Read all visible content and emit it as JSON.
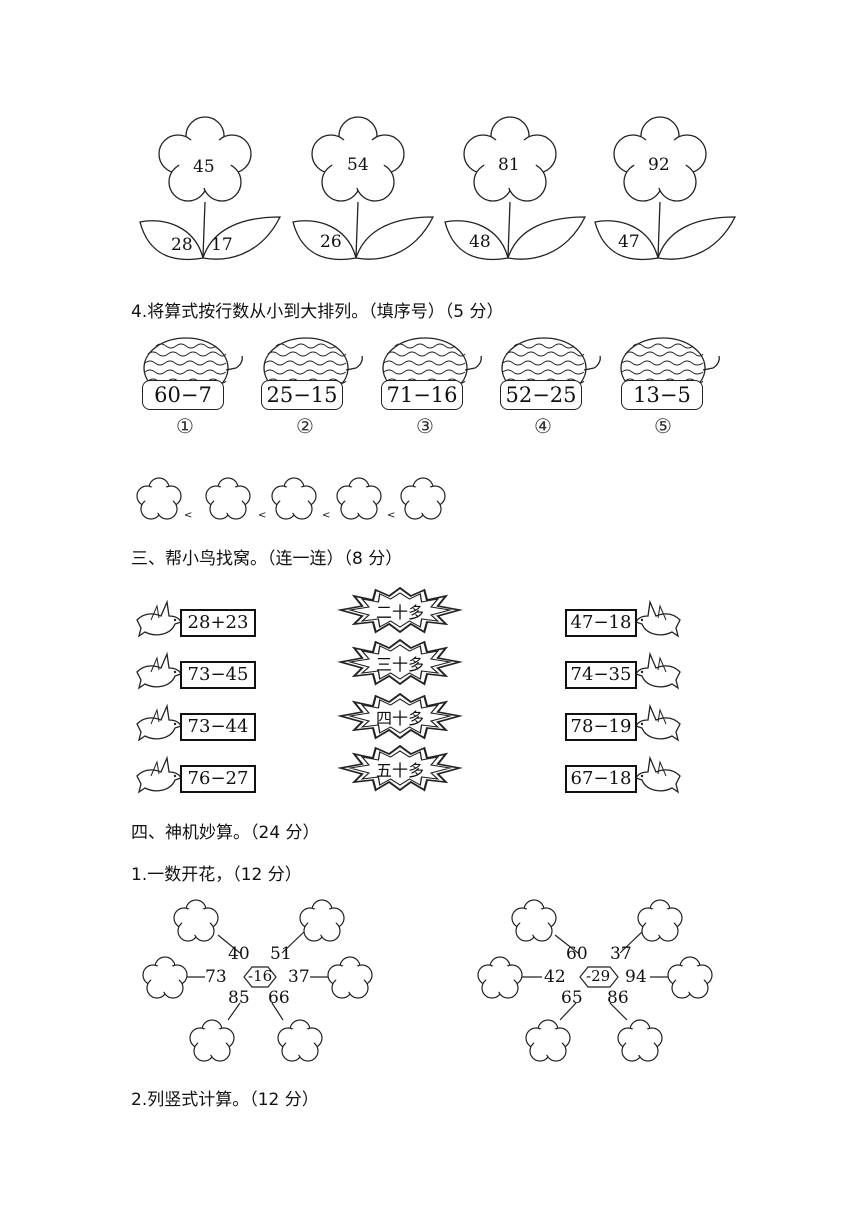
{
  "flowers": [
    {
      "center": "45",
      "left_leaf": "28",
      "right_leaf": "17"
    },
    {
      "center": "54",
      "left_leaf": "26",
      "right_leaf": ""
    },
    {
      "center": "81",
      "left_leaf": "48",
      "right_leaf": ""
    },
    {
      "center": "92",
      "left_leaf": "47",
      "right_leaf": ""
    }
  ],
  "q4_heading": "4.将算式按行数从小到大排列。（填序号）（5 分）",
  "melons": [
    {
      "expr": "60−7",
      "mark": "①"
    },
    {
      "expr": "25−15",
      "mark": "②"
    },
    {
      "expr": "71−16",
      "mark": "③"
    },
    {
      "expr": "52−25",
      "mark": "④"
    },
    {
      "expr": "13−5",
      "mark": "⑤"
    }
  ],
  "less_than": "<",
  "section3_heading": "三、帮小鸟找窝。（连一连）（8 分）",
  "birds_left": [
    "28+23",
    "73−45",
    "73−44",
    "76−27"
  ],
  "nests": [
    "二十多",
    "三十多",
    "四十多",
    "五十多"
  ],
  "birds_right": [
    "47−18",
    "74−35",
    "78−19",
    "67−18"
  ],
  "section4_heading": "四、神机妙算。（24 分）",
  "q1_heading": "1.一数开花，（12 分）",
  "bursts": [
    {
      "center": "-16",
      "nums": [
        "40",
        "51",
        "73",
        "37",
        "85",
        "66"
      ]
    },
    {
      "center": "-29",
      "nums": [
        "60",
        "37",
        "42",
        "94",
        "65",
        "86"
      ]
    }
  ],
  "q2_heading": "2.列竖式计算。（12 分）"
}
